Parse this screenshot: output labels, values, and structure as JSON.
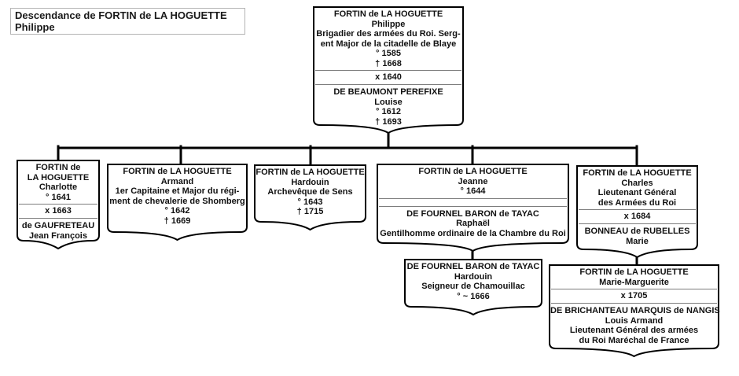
{
  "title": {
    "line1": "Descendance de FORTIN de LA HOGUETTE",
    "line2": "Philippe"
  },
  "symbols": {
    "birth": "°",
    "death": "†",
    "marriage": "x"
  },
  "colors": {
    "box_border": "#000000",
    "connector": "#000000",
    "divider": "#7d7d7d",
    "title_border": "#b3b3b3",
    "background": "#ffffff"
  },
  "boxes": [
    {
      "id": "philippe-root",
      "person": [
        "FORTIN de LA HOGUETTE",
        "Philippe",
        "Brigadier des armées du Roi. Serg-",
        "ent Major de la citadelle de Blaye",
        "° 1585",
        "† 1668"
      ],
      "marriage": "x 1640",
      "spouse": [
        "DE BEAUMONT PEREFIXE",
        "Louise",
        "° 1612",
        "† 1693"
      ]
    },
    {
      "id": "charlotte",
      "person": [
        "FORTIN de",
        "LA HOGUETTE",
        "Charlotte",
        "° 1641"
      ],
      "marriage": "x 1663",
      "spouse": [
        "de GAUFRETEAU",
        "Jean François"
      ]
    },
    {
      "id": "armand",
      "person": [
        "FORTIN de LA HOGUETTE",
        "Armand",
        "1er Capitaine et Major du régi-",
        "ment de chevalerie de Shomberg",
        "° 1642",
        "† 1669"
      ]
    },
    {
      "id": "hardouin",
      "person": [
        "FORTIN de LA HOGUETTE",
        "Hardouin",
        "Archevêque de Sens",
        "° 1643",
        "† 1715"
      ]
    },
    {
      "id": "jeanne",
      "person": [
        "FORTIN de LA HOGUETTE",
        "Jeanne",
        "° 1644"
      ],
      "marriage": "",
      "spouse": [
        "DE FOURNEL BARON de TAYAC",
        "Raphaël",
        "Gentilhomme ordinaire de la Chambre du Roi"
      ]
    },
    {
      "id": "charles",
      "person": [
        "FORTIN de LA HOGUETTE",
        "Charles",
        "Lieutenant Général",
        "des Armées du Roi"
      ],
      "marriage": "x 1684",
      "spouse": [
        "BONNEAU de RUBELLES",
        "Marie"
      ]
    },
    {
      "id": "fournel-hardouin",
      "person": [
        "DE FOURNEL BARON de TAYAC",
        "Hardouin",
        "Seigneur de Chamouillac",
        "° ~ 1666"
      ]
    },
    {
      "id": "marie-marguerite",
      "person": [
        "FORTIN de LA HOGUETTE",
        "Marie-Marguerite"
      ],
      "marriage": "x 1705",
      "spouse": [
        "DE BRICHANTEAU MARQUIS de NANGIS",
        "Louis Armand",
        "Lieutenant Général des armées",
        "du Roi Maréchal de France"
      ]
    }
  ]
}
